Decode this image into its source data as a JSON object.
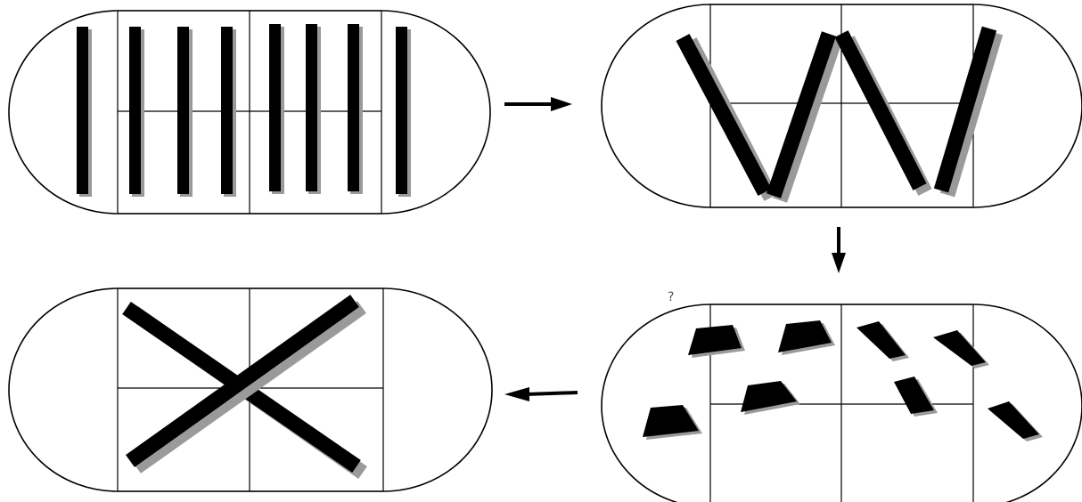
{
  "diagram": {
    "panels": [
      {
        "id": "step-1",
        "pattern": "vertical-bars",
        "bar_count": 8
      },
      {
        "id": "step-2",
        "pattern": "zigzag-w",
        "bar_count": 4
      },
      {
        "id": "step-3",
        "pattern": "scattered-pieces",
        "piece_count": 8
      },
      {
        "id": "step-4",
        "pattern": "cross-x",
        "bar_count": 2
      }
    ],
    "flow": [
      "step-1",
      "step-2",
      "step-3",
      "step-4"
    ],
    "arrows": [
      {
        "from": "step-1",
        "to": "step-2",
        "direction": "right"
      },
      {
        "from": "step-2",
        "to": "step-3",
        "direction": "down"
      },
      {
        "from": "step-3",
        "to": "step-4",
        "direction": "left"
      }
    ],
    "stray_mark": "?",
    "colors": {
      "ink": "#000000",
      "shadow": "#9a9a9a",
      "background": "#ffffff"
    }
  }
}
